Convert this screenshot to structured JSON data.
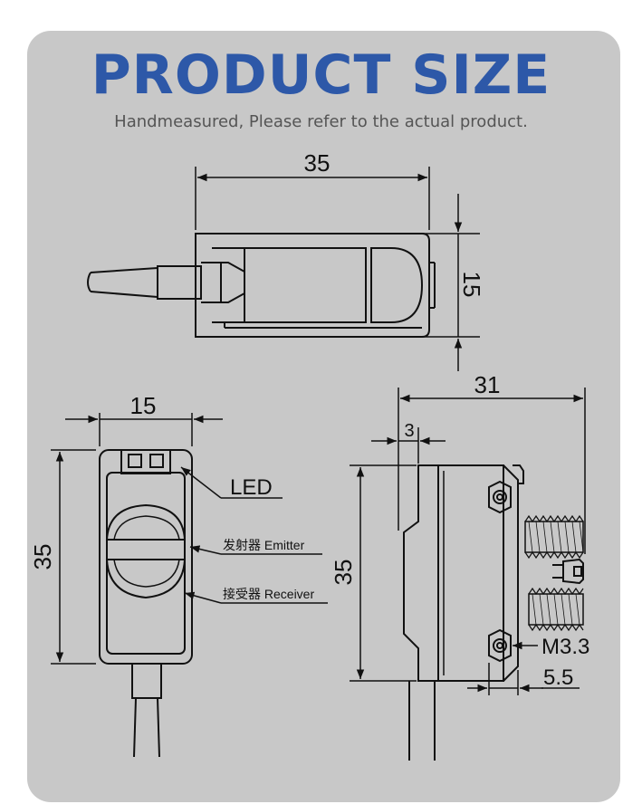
{
  "header": {
    "title": "PRODUCT SIZE",
    "subtitle": "Handmeasured, Please refer to the actual product."
  },
  "top_view": {
    "width_dim": "35",
    "height_dim": "15"
  },
  "front_view": {
    "width_dim": "15",
    "height_dim": "35",
    "led_label": "LED",
    "emitter_label": "发射器 Emitter",
    "receiver_label": "接受器 Receiver"
  },
  "side_view": {
    "length_dim": "31",
    "offset_dim": "3",
    "height_dim": "35",
    "thread_label": "M3.3",
    "spacing_dim": "5.5"
  },
  "colors": {
    "title": "#2d58a8",
    "card_background": "#c8c8c8",
    "line": "#111111"
  }
}
